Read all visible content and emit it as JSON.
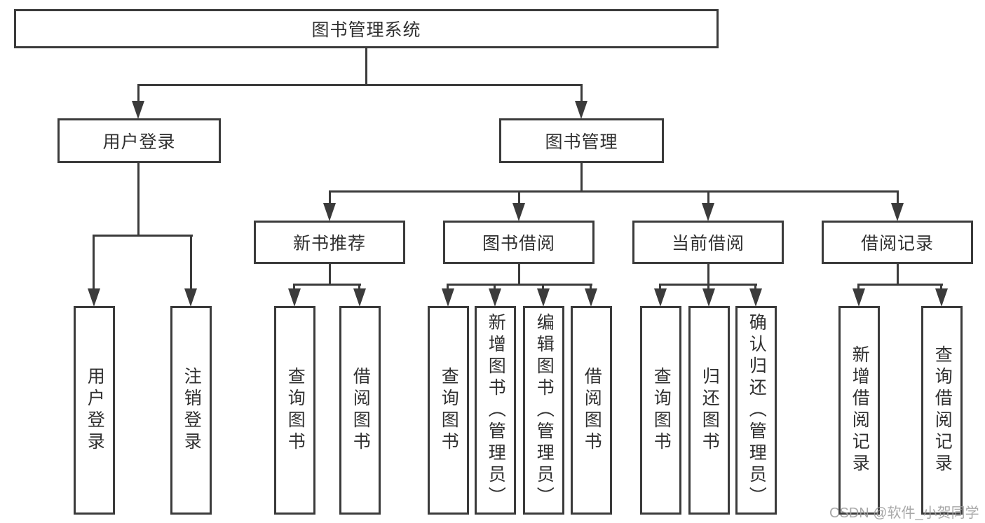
{
  "diagram": {
    "root": {
      "label": "图书管理系统"
    },
    "level2": [
      {
        "label": "用户登录"
      },
      {
        "label": "图书管理"
      }
    ],
    "level3": [
      {
        "label": "新书推荐"
      },
      {
        "label": "图书借阅"
      },
      {
        "label": "当前借阅"
      },
      {
        "label": "借阅记录"
      }
    ],
    "leaves": {
      "user_login": [
        "用户登录",
        "注销登录"
      ],
      "new_book": [
        "查询图书",
        "借阅图书"
      ],
      "book_borrow": [
        "查询图书",
        "新增图书（管理员）",
        "编辑图书（管理员）",
        "借阅图书"
      ],
      "current_borrow": [
        "查询图书",
        "归还图书",
        "确认归还（管理员）"
      ],
      "borrow_records": [
        "新增借阅记录",
        "查询借阅记录"
      ]
    }
  },
  "watermark": {
    "text": "CSDN @软件_小贺同学"
  },
  "colors": {
    "line": "#3b3b3b",
    "text": "#303030",
    "background": "#ffffff",
    "watermark": "#9e9e9e"
  }
}
